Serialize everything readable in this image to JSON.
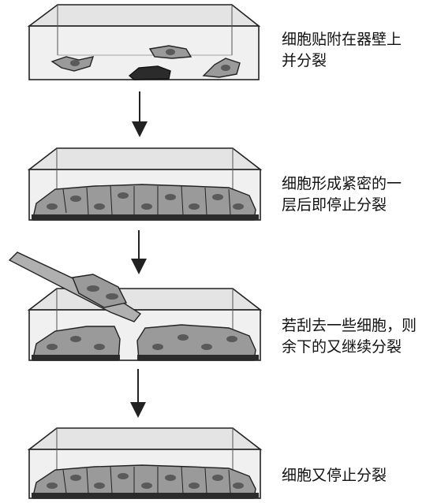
{
  "steps": [
    {
      "caption_lines": [
        "细胞贴附在器壁上",
        "并分裂"
      ]
    },
    {
      "caption_lines": [
        "细胞形成紧密的一",
        "层后即停止分裂"
      ]
    },
    {
      "caption_lines": [
        "若刮去一些细胞，则",
        "余下的又继续分裂"
      ]
    },
    {
      "caption_lines": [
        "细胞又停止分裂"
      ]
    }
  ],
  "colors": {
    "stroke": "#222222",
    "dish_fill": "#eeeeee",
    "dish_back": "#e2e2e2",
    "cell_fill": "#9a9a9a",
    "nucleus_fill": "#5a5a5a",
    "cell_dark": "#2b2b2b"
  }
}
